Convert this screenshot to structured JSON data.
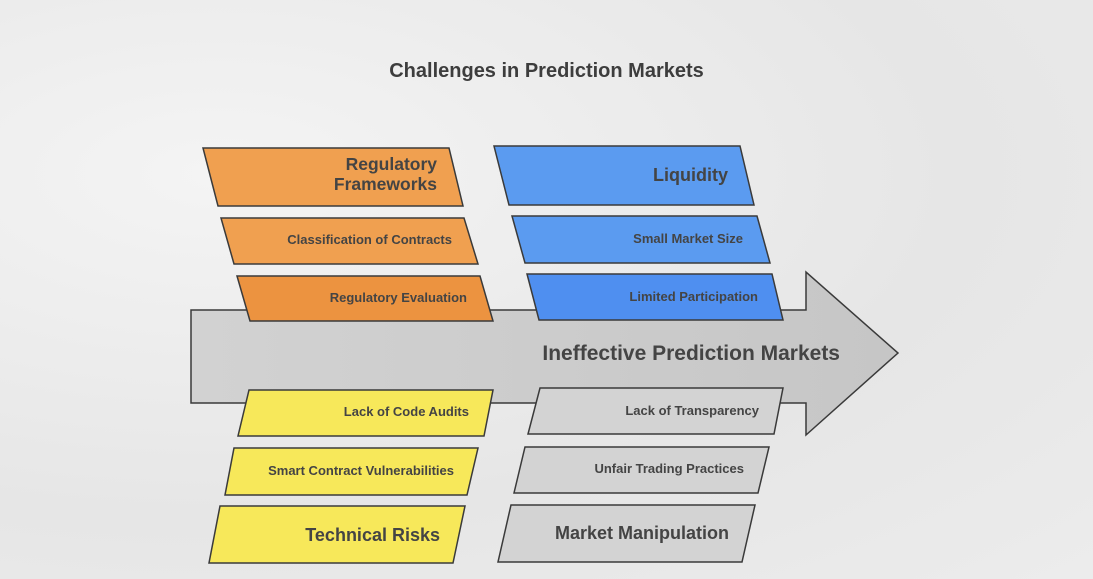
{
  "title": "Challenges in Prediction Markets",
  "spine": {
    "label": "Ineffective Prediction Markets",
    "color": "#cfcfcf"
  },
  "colors": {
    "orange": "#f0a050",
    "blue": "#5b9bf0",
    "yellow": "#f7e85a",
    "gray": "#cfcfcf",
    "stroke": "#3a3a3a"
  },
  "categories": [
    {
      "name": "Regulatory Frameworks",
      "color": "#f0a050",
      "causes": [
        "Classification of Contracts",
        "Regulatory Evaluation"
      ]
    },
    {
      "name": "Liquidity",
      "color": "#5b9bf0",
      "causes": [
        "Small Market Size",
        "Limited Participation"
      ]
    },
    {
      "name": "Technical Risks",
      "color": "#f7e85a",
      "causes": [
        "Lack of Code Audits",
        "Smart Contract Vulnerabilities"
      ]
    },
    {
      "name": "Market Manipulation",
      "color": "#cfcfcf",
      "causes": [
        "Lack of Transparency",
        "Unfair Trading Practices"
      ]
    }
  ],
  "labels": {
    "reg_head": "Regulatory Frameworks",
    "reg_1": "Classification of Contracts",
    "reg_2": "Regulatory Evaluation",
    "liq_head": "Liquidity",
    "liq_1": "Small Market Size",
    "liq_2": "Limited Participation",
    "tech_head": "Technical Risks",
    "tech_1": "Smart Contract Vulnerabilities",
    "tech_2": "Lack of Code Audits",
    "mm_head": "Market Manipulation",
    "mm_1": "Unfair Trading Practices",
    "mm_2": "Lack of Transparency"
  }
}
